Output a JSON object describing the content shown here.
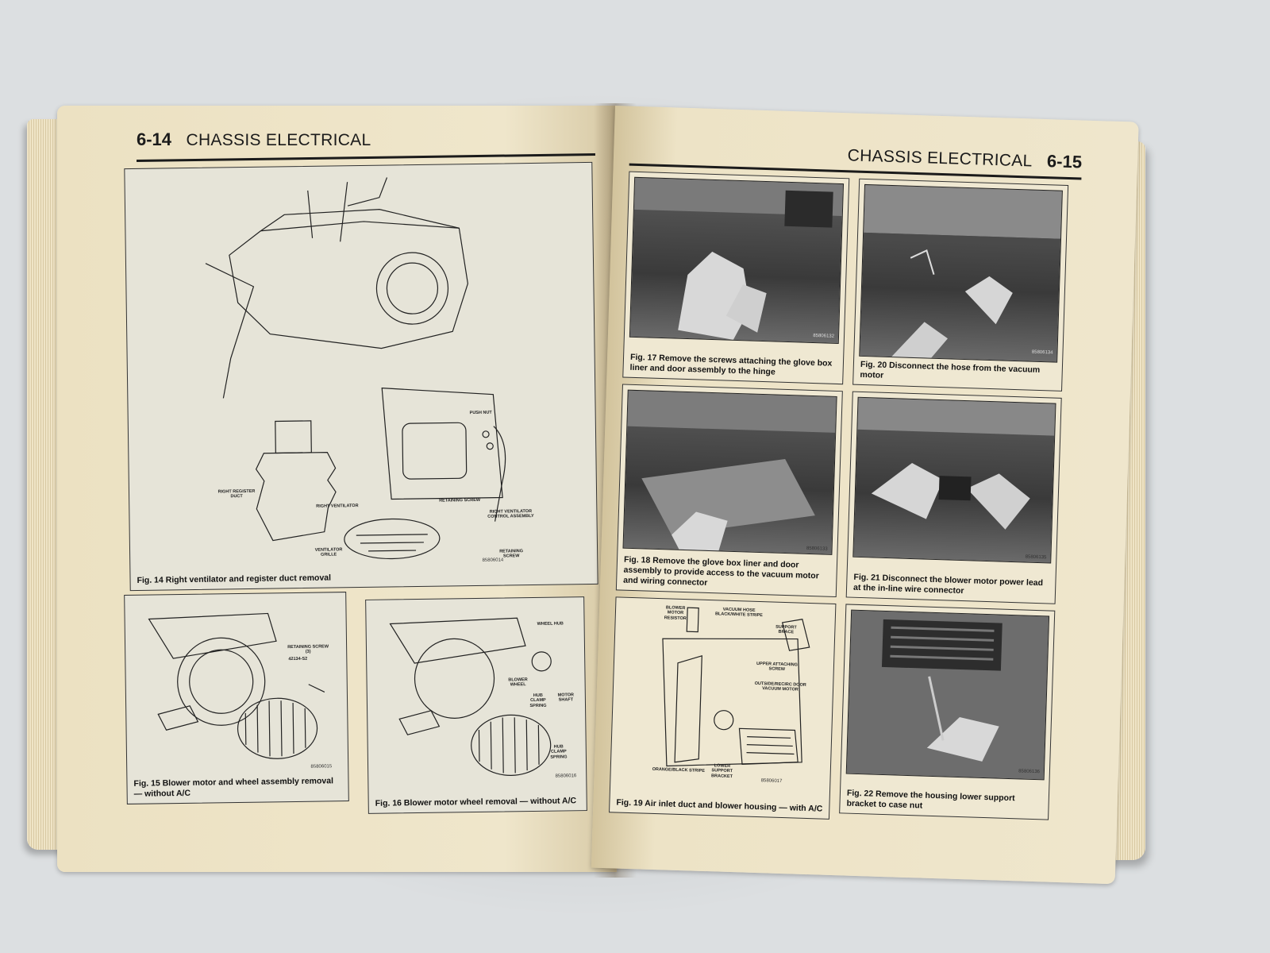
{
  "left_page": {
    "page_number": "6-14",
    "section_title": "CHASSIS ELECTRICAL",
    "figures": [
      {
        "caption": "Fig. 14 Right ventilator and register duct removal",
        "code": "85806014",
        "labels": {
          "push_nut": "PUSH NUT",
          "right_register_duct": "RIGHT REGISTER DUCT",
          "right_ventilator": "RIGHT VENTILATOR",
          "retaining_screw": "RETAINING SCREW",
          "control_assembly": "RIGHT VENTILATOR CONTROL ASSEMBLY",
          "ventilator_grille": "VENTILATOR GRILLE",
          "retaining_screw_2": "RETAINING SCREW"
        }
      },
      {
        "caption": "Fig. 15 Blower motor and wheel assembly removal — without A/C",
        "code": "85806015",
        "labels": {
          "retaining_screw": "RETAINING SCREW (3)",
          "part_no": "42134-S2"
        }
      },
      {
        "caption": "Fig. 16 Blower motor wheel removal — without A/C",
        "code": "85806016",
        "labels": {
          "wheel_hub": "WHEEL HUB",
          "blower_wheel": "BLOWER WHEEL",
          "hub_clamp_spring": "HUB CLAMP SPRING",
          "motor_shaft": "MOTOR SHAFT",
          "hub_clamp_spring_2": "HUB CLAMP SPRING"
        }
      }
    ]
  },
  "right_page": {
    "page_number": "6-15",
    "section_title": "CHASSIS ELECTRICAL",
    "figures": [
      {
        "caption": "Fig. 17 Remove the screws attaching the glove box liner and door assembly to the hinge",
        "code": "85806132"
      },
      {
        "caption": "Fig. 20 Disconnect the hose from the vacuum motor",
        "code": "85806134"
      },
      {
        "caption": "Fig. 18 Remove the glove box liner and door assembly to provide access to the vacuum motor and wiring connector",
        "code": "85806133"
      },
      {
        "caption": "Fig. 21 Disconnect the blower motor power lead at the in-line wire connector",
        "code": "85806135"
      },
      {
        "caption": "Fig. 19 Air inlet duct and blower housing — with A/C",
        "code": "85806017",
        "labels": {
          "blower_motor_resistor": "BLOWER MOTOR RESISTOR",
          "vacuum_hose": "VACUUM HOSE BLACK/WHITE STRIPE",
          "support_brace": "SUPPORT BRACE",
          "upper_screw": "UPPER ATTACHING SCREW",
          "door_motor": "OUTSIDE/RECIRC DOOR VACUUM MOTOR",
          "orange_black": "ORANGE/BLACK STRIPE",
          "lower_bracket": "LOWER SUPPORT BRACKET"
        }
      },
      {
        "caption": "Fig. 22 Remove the housing lower support bracket to case nut",
        "code": "85806136"
      }
    ]
  }
}
